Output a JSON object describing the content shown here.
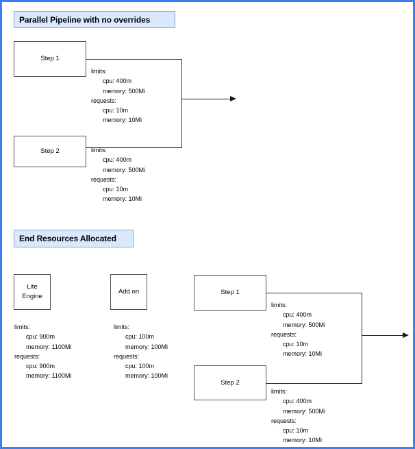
{
  "page": {
    "border_color": "#3b7ff0",
    "background": "#ffffff"
  },
  "banners": [
    {
      "id": "parallel-pipeline",
      "label": "Parallel Pipeline with no overrides",
      "fill": "#dae8fc",
      "stroke": "#7ea6d6"
    },
    {
      "id": "end-resources",
      "label": "End Resources Allocated",
      "fill": "#dae8fc",
      "stroke": "#7ea6d6"
    }
  ],
  "top_section": {
    "nodes": [
      {
        "id": "top-step-1",
        "label": "Step 1"
      },
      {
        "id": "top-step-2",
        "label": "Step 2"
      }
    ],
    "specs": [
      {
        "id": "top-step-1-spec",
        "lines": [
          {
            "indent": 0,
            "text": "limits:"
          },
          {
            "indent": 1,
            "text": "cpu: 400m"
          },
          {
            "indent": 1,
            "text": "memory: 500Mi"
          },
          {
            "indent": 0,
            "text": "requests:"
          },
          {
            "indent": 1,
            "text": "cpu: 10m"
          },
          {
            "indent": 1,
            "text": "memory: 10Mi"
          }
        ]
      },
      {
        "id": "top-step-2-spec",
        "lines": [
          {
            "indent": 0,
            "text": "limits:"
          },
          {
            "indent": 1,
            "text": "cpu: 400m"
          },
          {
            "indent": 1,
            "text": "memory: 500Mi"
          },
          {
            "indent": 0,
            "text": "requests:"
          },
          {
            "indent": 1,
            "text": "cpu: 10m"
          },
          {
            "indent": 1,
            "text": "memory: 10Mi"
          }
        ]
      }
    ]
  },
  "bottom_section": {
    "nodes": [
      {
        "id": "lite-engine",
        "label_line_1": "Lite",
        "label_line_2": "Engine"
      },
      {
        "id": "add-on",
        "label": "Add on"
      },
      {
        "id": "bottom-step-1",
        "label": "Step 1"
      },
      {
        "id": "bottom-step-2",
        "label": "Step 2"
      }
    ],
    "specs": [
      {
        "id": "lite-engine-spec",
        "lines": [
          {
            "indent": 0,
            "text": "limits:"
          },
          {
            "indent": 1,
            "text": "cpu: 900m"
          },
          {
            "indent": 1,
            "text": "memory: 1100Mi"
          },
          {
            "indent": 0,
            "text": "requests:"
          },
          {
            "indent": 1,
            "text": "cpu: 900m"
          },
          {
            "indent": 1,
            "text": "memory: 1100Mi"
          }
        ]
      },
      {
        "id": "add-on-spec",
        "lines": [
          {
            "indent": 0,
            "text": "limits:"
          },
          {
            "indent": 1,
            "text": "cpu: 100m"
          },
          {
            "indent": 1,
            "text": "memory: 100Mi"
          },
          {
            "indent": 0,
            "text": "requests:"
          },
          {
            "indent": 1,
            "text": "cpu: 100m"
          },
          {
            "indent": 1,
            "text": "memory: 100Mi"
          }
        ]
      },
      {
        "id": "bottom-step-1-spec",
        "lines": [
          {
            "indent": 0,
            "text": "limits:"
          },
          {
            "indent": 1,
            "text": "cpu: 400m"
          },
          {
            "indent": 1,
            "text": "memory: 500Mi"
          },
          {
            "indent": 0,
            "text": "requests:"
          },
          {
            "indent": 1,
            "text": "cpu: 10m"
          },
          {
            "indent": 1,
            "text": "memory: 10Mi"
          }
        ]
      },
      {
        "id": "bottom-step-2-spec",
        "lines": [
          {
            "indent": 0,
            "text": "limits:"
          },
          {
            "indent": 1,
            "text": "cpu: 400m"
          },
          {
            "indent": 1,
            "text": "memory: 500Mi"
          },
          {
            "indent": 0,
            "text": "requests:"
          },
          {
            "indent": 1,
            "text": "cpu: 10m"
          },
          {
            "indent": 1,
            "text": "memory: 10Mi"
          }
        ]
      }
    ]
  },
  "connectors": {
    "stroke": "#2b2b2b",
    "top_arrow": {
      "id": "top-merge-arrow",
      "direction": "right"
    },
    "bottom_arrow": {
      "id": "bottom-merge-arrow",
      "direction": "right"
    }
  }
}
